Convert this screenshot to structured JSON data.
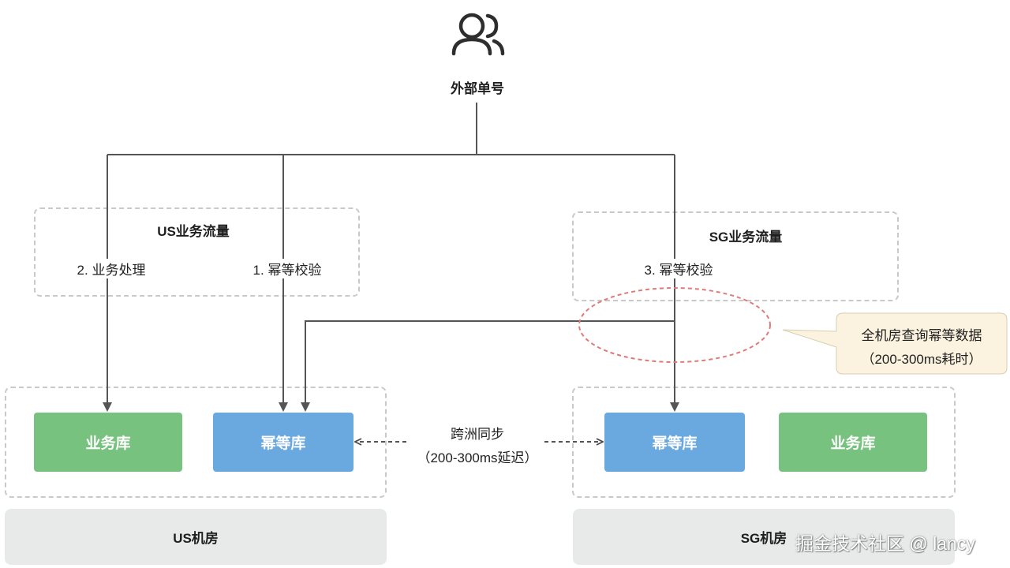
{
  "user": {
    "icon": "users-icon",
    "label": "外部单号"
  },
  "us_traffic": {
    "title": "US业务流量",
    "step2": "2. 业务处理",
    "step1": "1. 幂等校验"
  },
  "sg_traffic": {
    "title": "SG业务流量",
    "step3": "3. 幂等校验"
  },
  "callout": {
    "line1": "全机房查询幂等数据",
    "line2": "（200-300ms耗时）"
  },
  "us_dc": {
    "biz_db": "业务库",
    "idem_db": "幂等库",
    "room_label": "US机房"
  },
  "sg_dc": {
    "idem_db": "幂等库",
    "biz_db": "业务库",
    "room_label": "SG机房"
  },
  "sync": {
    "line1": "跨洲同步",
    "line2": "（200-300ms延迟）"
  },
  "watermark": "掘金技术社区 @ lancy",
  "colors": {
    "biz_db": "#77c27e",
    "idem_db": "#6aa9e0",
    "callout_bg": "#fbf3df",
    "highlight_ellipse": "#e07a7a",
    "room_bg": "#e8e9e9"
  }
}
